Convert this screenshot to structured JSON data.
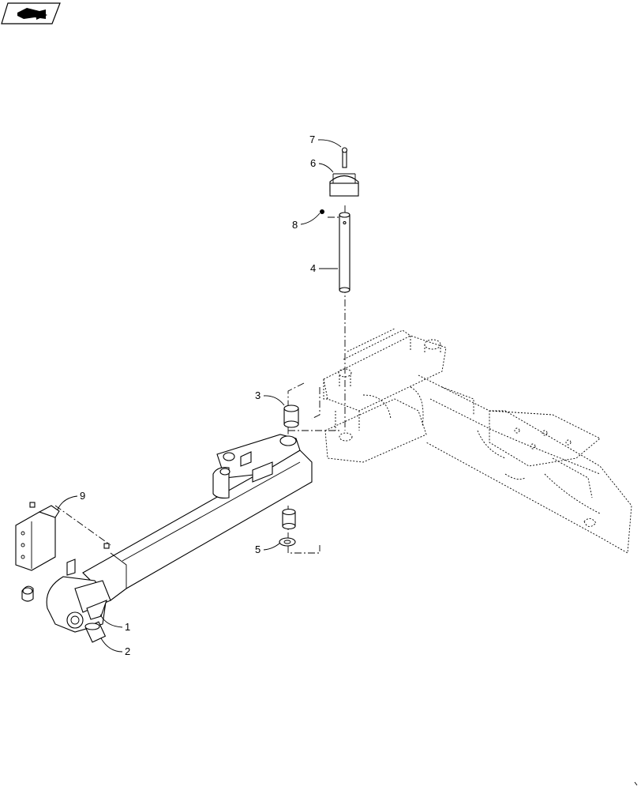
{
  "callouts": [
    {
      "id": "c1",
      "text": "1"
    },
    {
      "id": "c2",
      "text": "2"
    },
    {
      "id": "c3",
      "text": "3"
    },
    {
      "id": "c4",
      "text": "4"
    },
    {
      "id": "c5",
      "text": "5"
    },
    {
      "id": "c6",
      "text": "6"
    },
    {
      "id": "c7",
      "text": "7"
    },
    {
      "id": "c8",
      "text": "8"
    },
    {
      "id": "c9",
      "text": "9"
    }
  ],
  "icons": {
    "corner": "book-arrow-icon"
  }
}
